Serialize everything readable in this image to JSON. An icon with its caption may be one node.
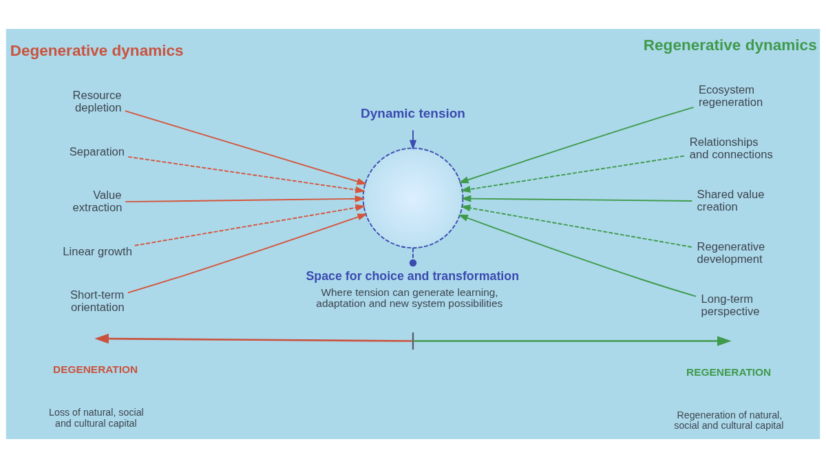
{
  "diagram": {
    "nodes": [
      {
        "text": [
          "Resource depletion"
        ]
      },
      {
        "text": [
          "Separation"
        ]
      },
      {
        "text": [
          "Value extraction"
        ]
      },
      {
        "text": [
          "Linear growth"
        ]
      },
      {
        "text": [
          "Short-term orientation"
        ]
      },
      {
        "text": [
          "Dynamic tension"
        ]
      },
      {
        "text": [],
        "shape": "circle"
      },
      {
        "text": [
          "Space for choice and transformation",
          "Where tension can generate learning, adaptation and new system possibilities"
        ]
      },
      {
        "text": [
          "Ecosystem regeneration"
        ]
      },
      {
        "text": [
          "Relationships and connections"
        ]
      },
      {
        "text": [
          "Shared value creation"
        ]
      },
      {
        "text": [
          "Regenerative development"
        ]
      },
      {
        "text": [
          "Long-term perspective"
        ]
      }
    ],
    "edges": [
      {
        "from": 0,
        "to": 6,
        "arrow": "to",
        "color": "#d4553c"
      },
      {
        "from": 1,
        "to": 6,
        "arrow": "to",
        "style": "dashed",
        "color": "#d4553c"
      },
      {
        "from": 2,
        "to": 6,
        "arrow": "to",
        "color": "#d4553c"
      },
      {
        "from": 3,
        "to": 6,
        "arrow": "to",
        "style": "dashed",
        "color": "#d4553c"
      },
      {
        "from": 4,
        "to": 6,
        "arrow": "to",
        "color": "#d4553c"
      },
      {
        "from": 5,
        "to": 6,
        "arrow": "to",
        "color": "#3b4bb0"
      },
      {
        "from": 8,
        "to": 6,
        "arrow": "to",
        "color": "#3f9a4c"
      },
      {
        "from": 9,
        "to": 6,
        "arrow": "to",
        "style": "dashed",
        "color": "#3f9a4c"
      },
      {
        "from": 10,
        "to": 6,
        "arrow": "to",
        "color": "#3f9a4c"
      },
      {
        "from": 11,
        "to": 6,
        "arrow": "to",
        "style": "dashed",
        "color": "#3f9a4c"
      },
      {
        "from": 12,
        "to": 6,
        "arrow": "to",
        "color": "#3f9a4c"
      },
      {
        "from": 6,
        "to": 7,
        "arrow": "other",
        "style": "dashed",
        "color": "#3b4bb0"
      }
    ],
    "labels": [
      "Degenerative dynamics",
      "Regenerative dynamics",
      "DEGENERATION",
      "Loss of natural, social and cultural capital",
      "REGENERATION",
      "Regeneration of natural, social and cultural capital"
    ]
  }
}
